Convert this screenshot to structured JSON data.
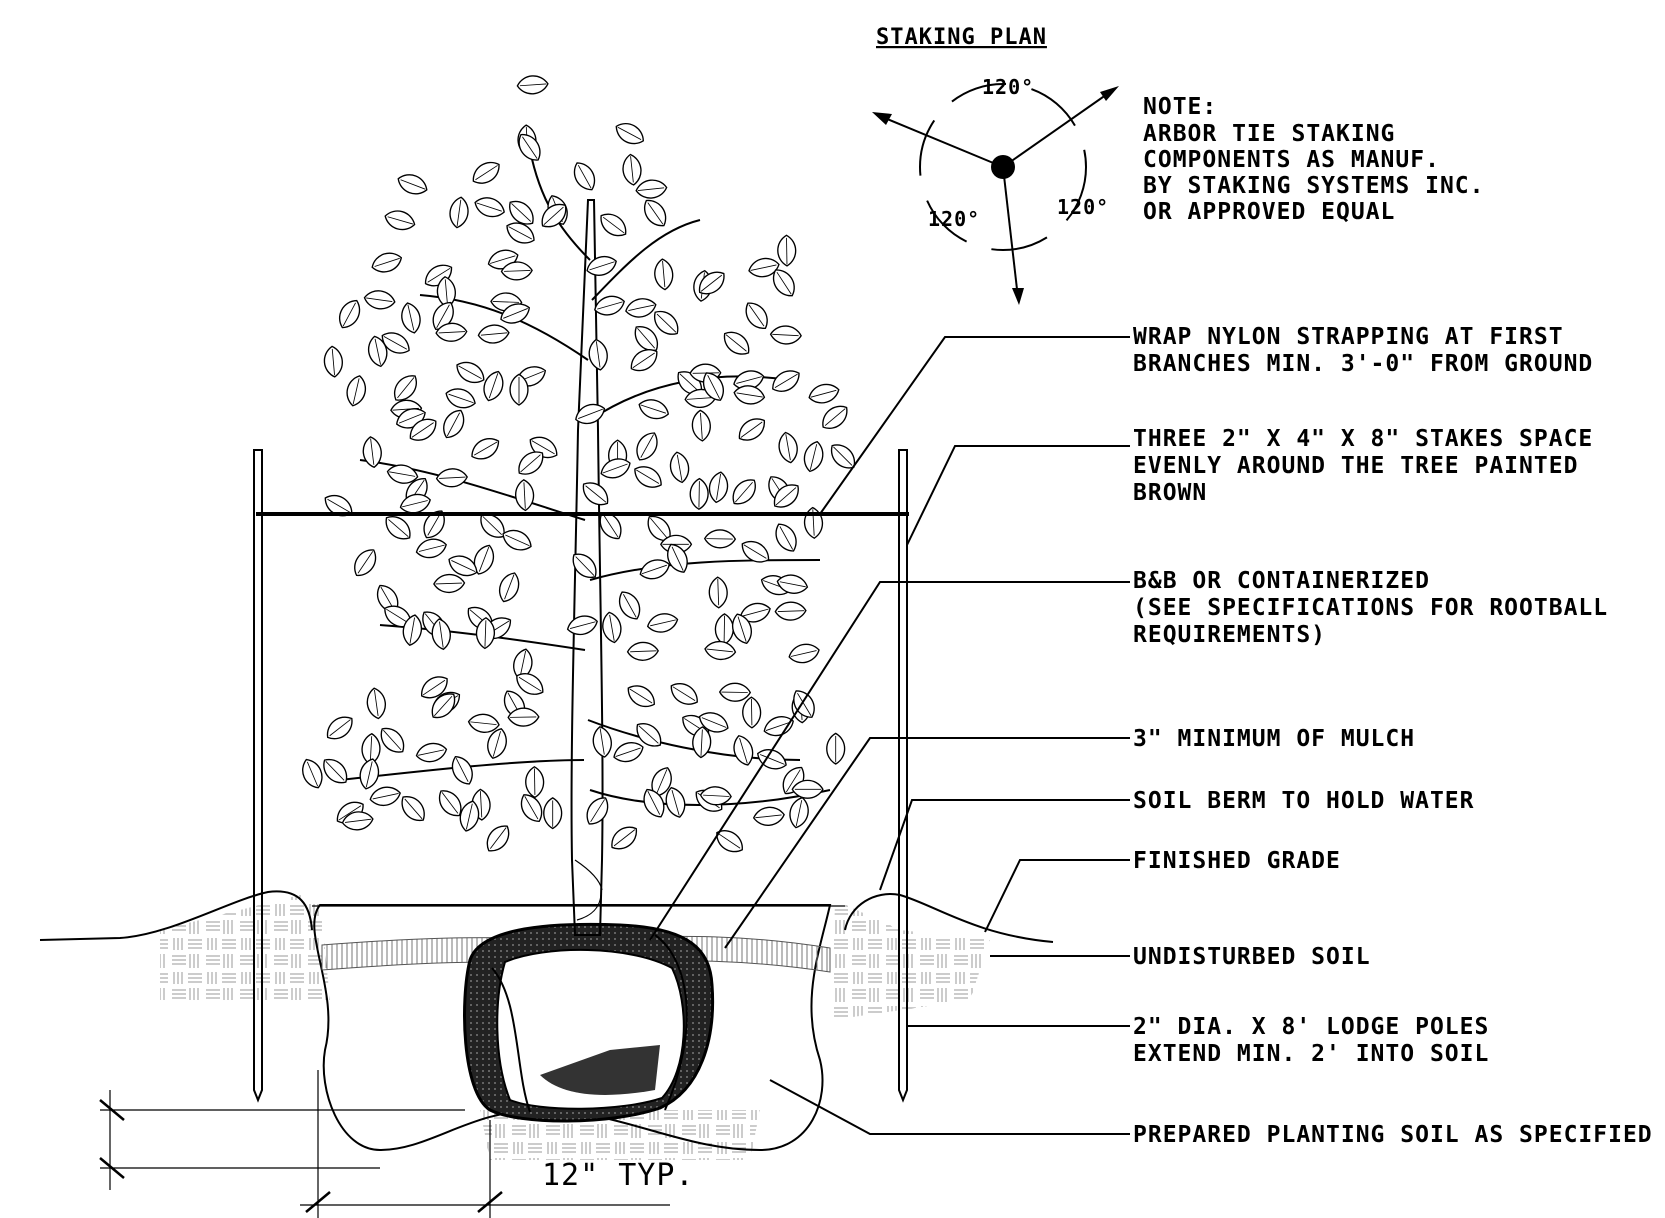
{
  "staking_plan": {
    "title": "STAKING PLAN",
    "angle_labels": [
      "120°",
      "120°",
      "120°"
    ]
  },
  "note": {
    "heading": "NOTE:",
    "lines": [
      "ARBOR TIE STAKING",
      "COMPONENTS AS MANUF.",
      "BY STAKING SYSTEMS INC.",
      "OR APPROVED EQUAL"
    ]
  },
  "callouts": [
    {
      "lines": [
        "WRAP NYLON STRAPPING AT FIRST",
        "BRANCHES MIN. 3'-0\" FROM GROUND"
      ]
    },
    {
      "lines": [
        "THREE 2\" X 4\" X 8\" STAKES SPACE",
        "EVENLY AROUND THE TREE PAINTED",
        "BROWN"
      ]
    },
    {
      "lines": [
        "B&B OR CONTAINERIZED",
        "(SEE SPECIFICATIONS FOR ROOTBALL",
        "REQUIREMENTS)"
      ]
    },
    {
      "lines": [
        "3\" MINIMUM OF MULCH"
      ]
    },
    {
      "lines": [
        "SOIL BERM TO HOLD WATER"
      ]
    },
    {
      "lines": [
        "FINISHED GRADE"
      ]
    },
    {
      "lines": [
        "UNDISTURBED SOIL"
      ]
    },
    {
      "lines": [
        "2\" DIA. X 8' LODGE POLES",
        "EXTEND MIN. 2' INTO SOIL"
      ]
    },
    {
      "lines": [
        "PREPARED PLANTING SOIL AS SPECIFIED"
      ]
    }
  ],
  "dimension": {
    "label": "12\" TYP."
  }
}
